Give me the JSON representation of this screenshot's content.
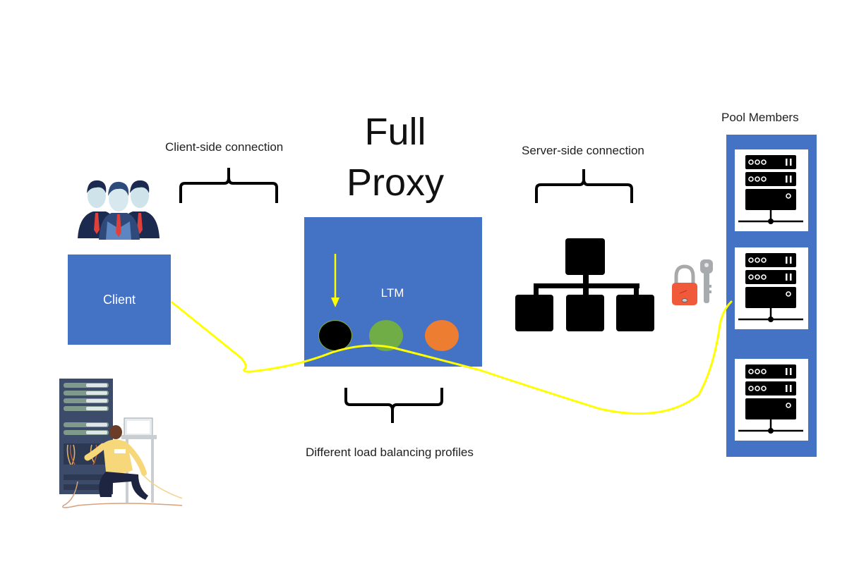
{
  "diagram": {
    "title_line1": "Full",
    "title_line2": "Proxy",
    "labels": {
      "client_side": "Client-side connection",
      "server_side": "Server-side connection",
      "pool_members": "Pool Members",
      "lb_profiles": "Different load balancing profiles"
    },
    "client_box": {
      "label": "Client"
    },
    "ltm_box": {
      "label": "LTM",
      "profiles": [
        {
          "name": "profile-black",
          "color": "#000000"
        },
        {
          "name": "profile-green",
          "color": "#70ad47"
        },
        {
          "name": "profile-orange",
          "color": "#ed7d31"
        }
      ]
    },
    "pool": {
      "server_count": 3
    },
    "colors": {
      "primary_blue": "#4472c4",
      "connection_line": "#ffff00",
      "lock": "#f05a3a"
    },
    "icons": [
      "users-group-icon",
      "brace-icon",
      "network-hierarchy-icon",
      "lock-icon",
      "key-icon",
      "server-rack-icon",
      "technician-illustration"
    ]
  }
}
